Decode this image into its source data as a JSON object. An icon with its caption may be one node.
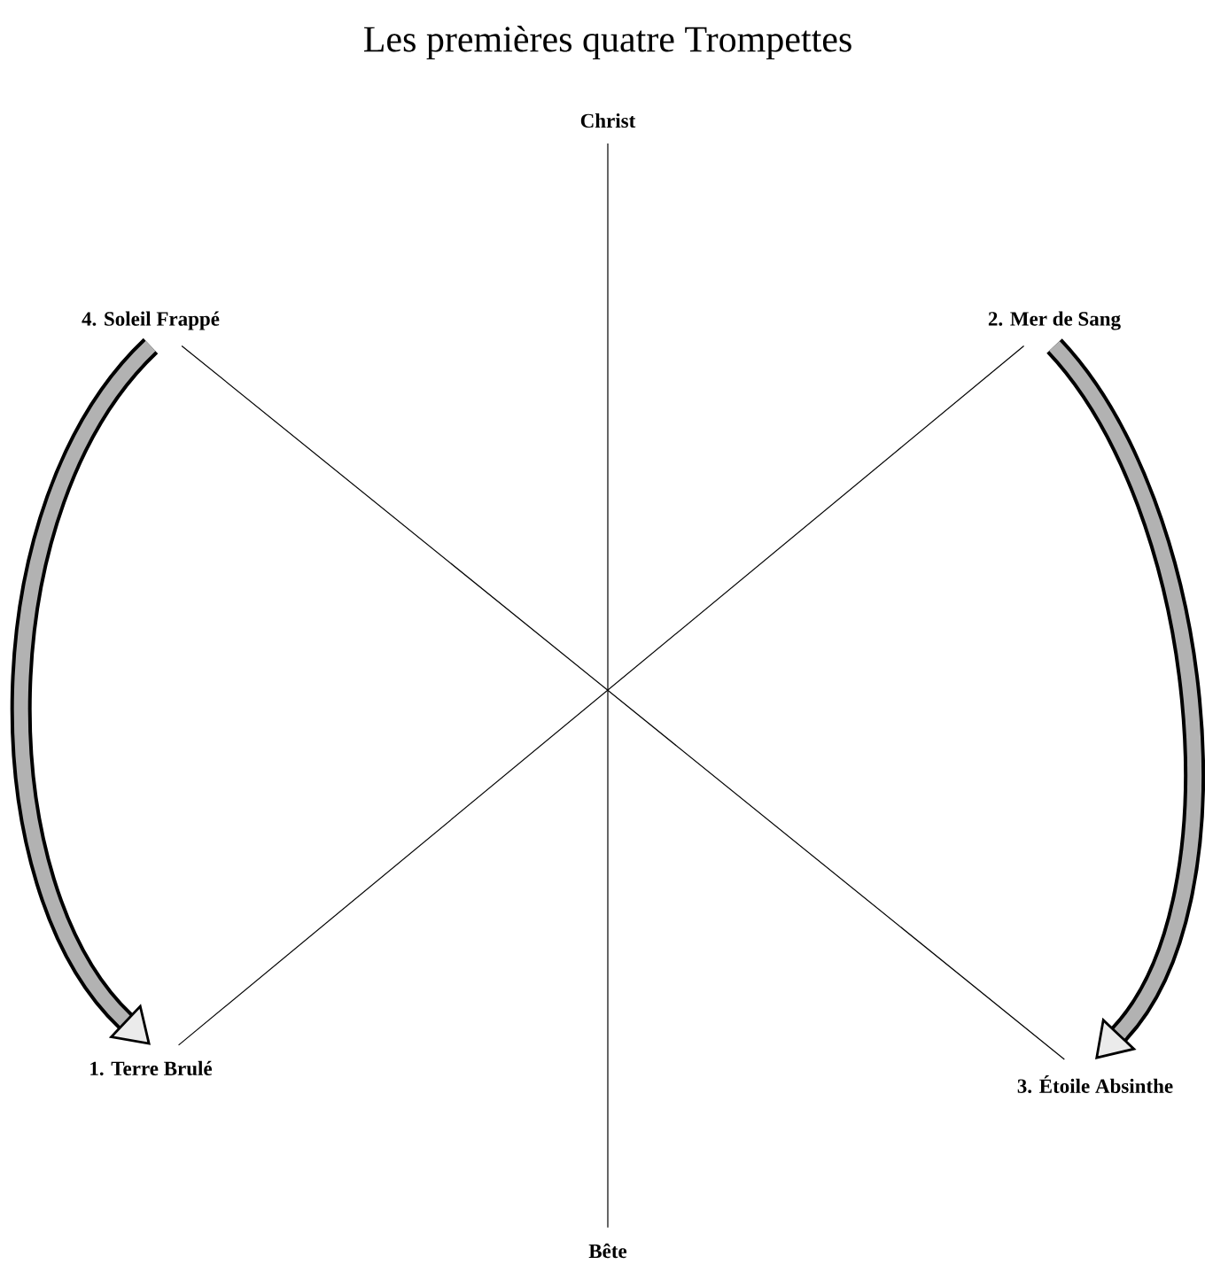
{
  "diagram": {
    "title": "Les premières quatre Trompettes",
    "nodes": [
      {
        "text": [
          "Christ"
        ]
      },
      {
        "text": [
          "4. Soleil Frappé"
        ]
      },
      {
        "text": [
          "2. Mer de Sang"
        ]
      },
      {
        "text": [
          "1. Terre Brulé"
        ]
      },
      {
        "text": [
          "3. Étoile Absinthe"
        ]
      },
      {
        "text": [
          "Bête"
        ]
      }
    ],
    "edges": [
      {
        "from": 0,
        "to": 5,
        "arrow": "none"
      },
      {
        "from": 1,
        "to": 4,
        "arrow": "none"
      },
      {
        "from": 2,
        "to": 3,
        "arrow": "none"
      },
      {
        "from": 1,
        "to": 3,
        "arrow": "to",
        "style": "thick"
      },
      {
        "from": 2,
        "to": 4,
        "arrow": "to",
        "style": "thick"
      }
    ]
  }
}
